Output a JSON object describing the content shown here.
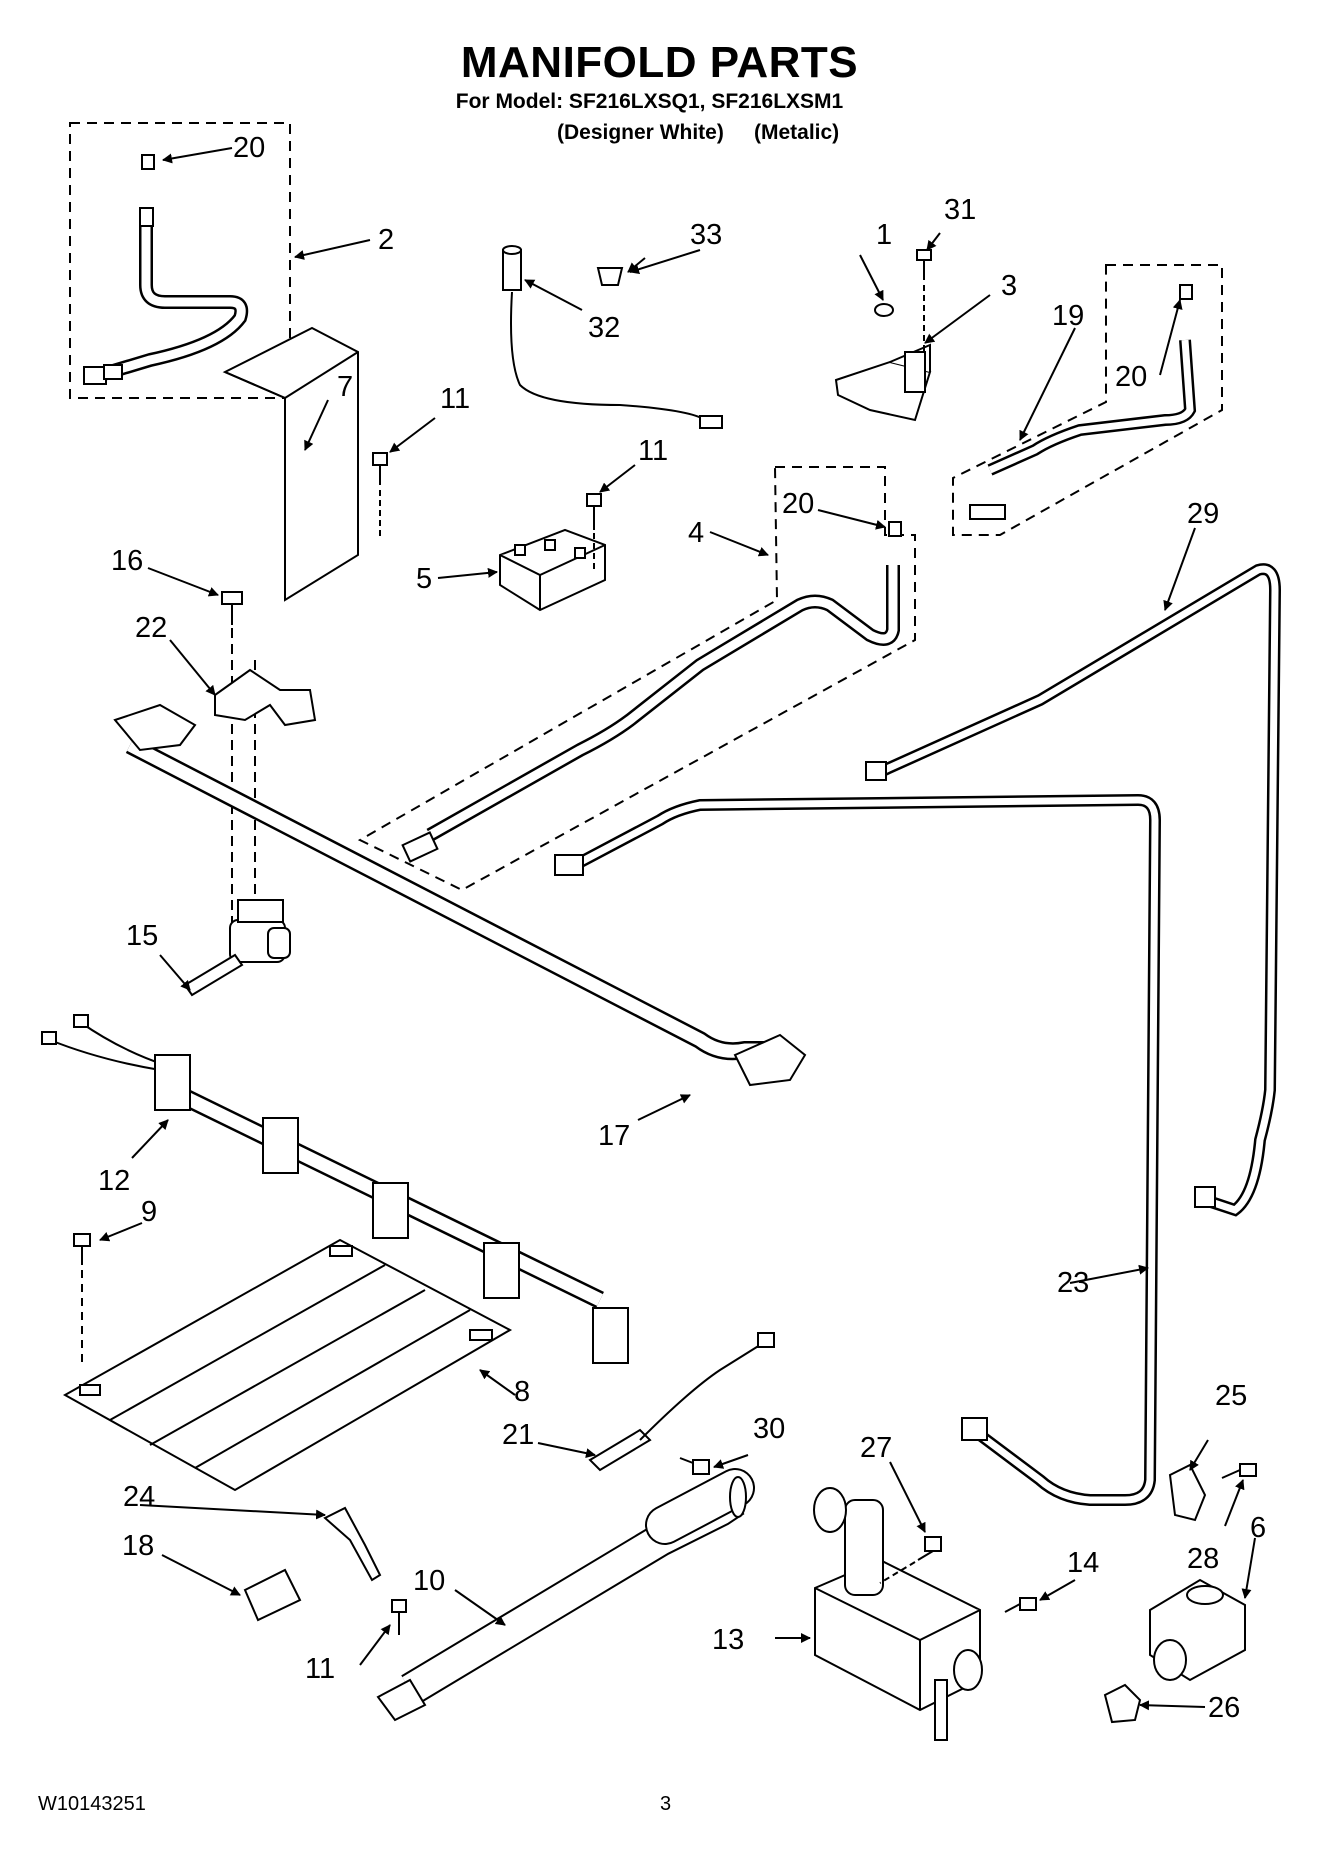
{
  "header": {
    "title": "MANIFOLD PARTS",
    "model_line": "For Model: SF216LXSQ1, SF216LXSM1",
    "variants": [
      "(Designer White)",
      "(Metalic)"
    ]
  },
  "footer": {
    "document_number": "W10143251",
    "page_number": "3"
  },
  "callouts": [
    "1",
    "2",
    "3",
    "4",
    "5",
    "6",
    "7",
    "8",
    "9",
    "10",
    "11",
    "11",
    "11",
    "12",
    "13",
    "14",
    "15",
    "16",
    "17",
    "18",
    "19",
    "20",
    "20",
    "20",
    "21",
    "22",
    "23",
    "24",
    "25",
    "26",
    "27",
    "28",
    "29",
    "30",
    "31",
    "32",
    "33"
  ],
  "colors": {
    "ink": "#000000",
    "paper": "#ffffff",
    "part_fill": "#f2f2f2"
  }
}
